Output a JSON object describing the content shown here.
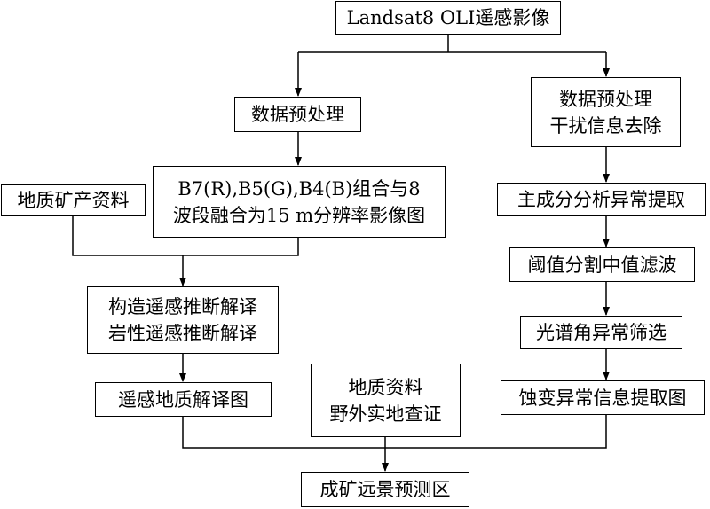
{
  "nodes": {
    "source": "Landsat8 OLI遥感影像",
    "left_preprocess": "数据预处理",
    "right_preprocess": [
      "数据预处理",
      "干扰信息去除"
    ],
    "composite": [
      "B7(R),B5(G),B4(B)组合与8",
      "波段融合为15 m分辨率影像图"
    ],
    "geo_mineral": "地质矿产资料",
    "interpretation": [
      "构造遥感推断解译",
      "岩性遥感推断解译"
    ],
    "interp_map": "遥感地质解译图",
    "field_check": [
      "地质资料",
      "野外实地查证"
    ],
    "pca": "主成分分析异常提取",
    "threshold": "阈值分割中值滤波",
    "spectral_angle": "光谱角异常筛选",
    "alteration_map": "蚀变异常信息提取图",
    "prediction": "成矿远景预测区"
  }
}
